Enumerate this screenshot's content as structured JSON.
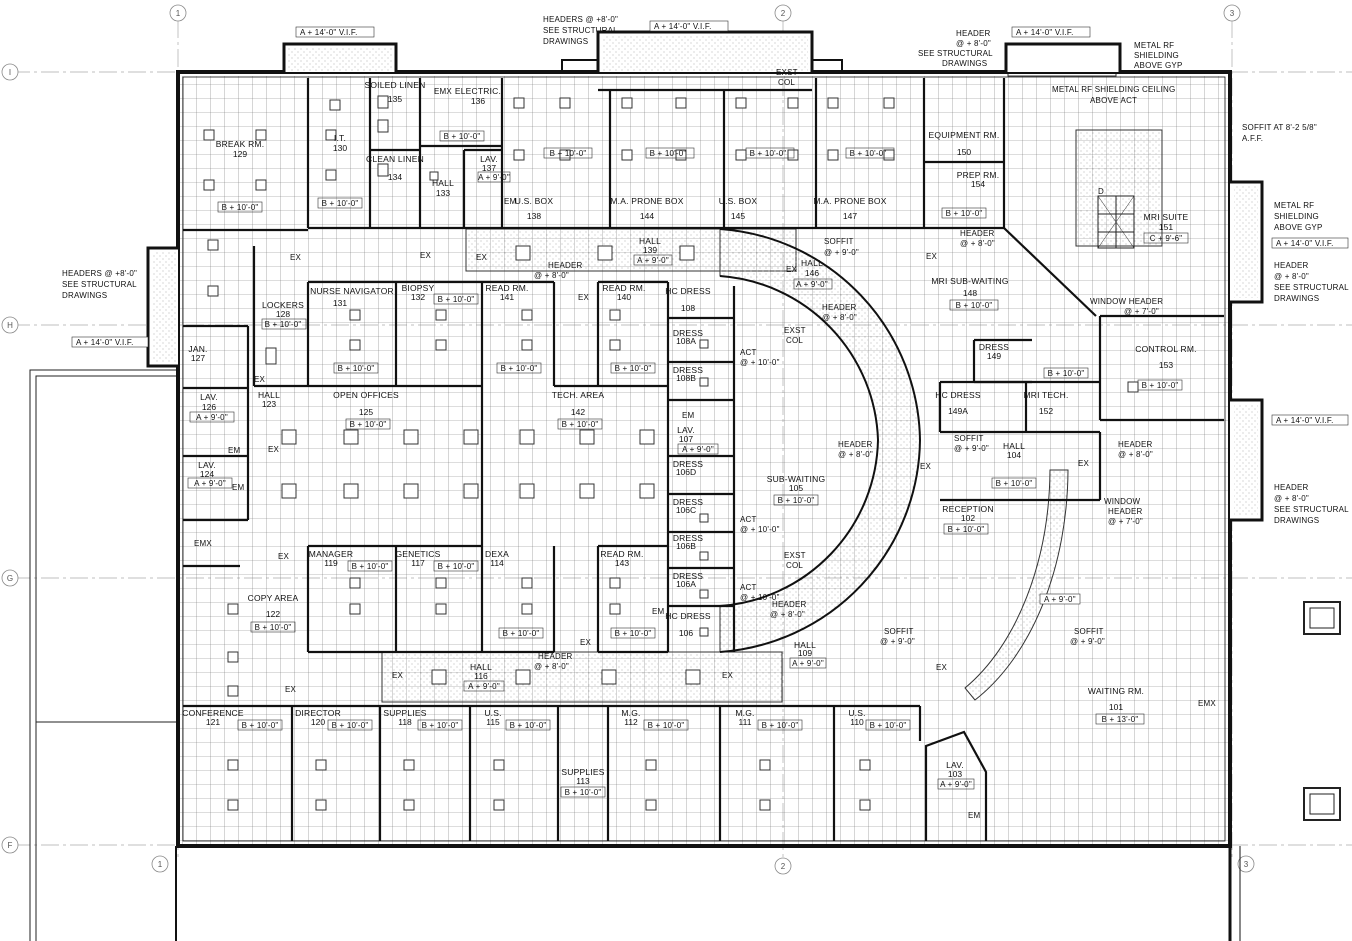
{
  "gridlines": {
    "columns": [
      "1",
      "2",
      "3"
    ],
    "rows": [
      "I",
      "H",
      "G",
      "F"
    ]
  },
  "rooms": [
    {
      "id": "breakrm",
      "name": "BREAK RM.",
      "number": "129",
      "height": "B + 10'-0\""
    },
    {
      "id": "soiled",
      "name": "SOILED LINEN",
      "number": "135"
    },
    {
      "id": "lt",
      "name": "I.T.",
      "number": "130",
      "height": "B + 10'-0\""
    },
    {
      "id": "clean",
      "name": "CLEAN LINEN",
      "number": "134"
    },
    {
      "id": "electric",
      "name": "ELECTRIC.",
      "number": "136"
    },
    {
      "id": "hall133",
      "name": "HALL",
      "number": "133",
      "height": "B + 10'-0\""
    },
    {
      "id": "lav137",
      "name": "LAV.",
      "number": "137",
      "height": "A + 9'-0\""
    },
    {
      "id": "usbox138",
      "name": "U.S. BOX",
      "number": "138",
      "height": "B + 10'-0\""
    },
    {
      "id": "maprone144",
      "name": "M.A. PRONE BOX",
      "number": "144",
      "height": "B + 10'-0\""
    },
    {
      "id": "usbox145",
      "name": "U.S. BOX",
      "number": "145",
      "height": "B + 10'-0\""
    },
    {
      "id": "maprone147",
      "name": "M.A. PRONE BOX",
      "number": "147",
      "height": "B + 10'-0\""
    },
    {
      "id": "equip150",
      "name": "EQUIPMENT RM.",
      "number": "150"
    },
    {
      "id": "prep154",
      "name": "PREP RM.",
      "number": "154",
      "height": "B + 10'-0\""
    },
    {
      "id": "mri151",
      "name": "MRI SUITE",
      "number": "151",
      "height": "C + 9'-6\""
    },
    {
      "id": "hall139",
      "name": "HALL",
      "number": "139",
      "height": "A + 9'-0\""
    },
    {
      "id": "hall146",
      "name": "HALL",
      "number": "146",
      "height": "A + 9'-0\""
    },
    {
      "id": "mrisub148",
      "name": "MRI SUB-WAITING",
      "number": "148",
      "height": "B + 10'-0\""
    },
    {
      "id": "lockers128",
      "name": "LOCKERS",
      "number": "128",
      "height": "B + 10'-0\""
    },
    {
      "id": "nurse131",
      "name": "NURSE NAVIGATOR",
      "number": "131",
      "height": "B + 10'-0\""
    },
    {
      "id": "biopsy132",
      "name": "BIOPSY",
      "number": "132",
      "height": "B + 10'-0\""
    },
    {
      "id": "read141",
      "name": "READ RM.",
      "number": "141",
      "height": "B + 10'-0\""
    },
    {
      "id": "read140",
      "name": "READ RM.",
      "number": "140",
      "height": "B + 10'-0\""
    },
    {
      "id": "hcdress108",
      "name": "HC DRESS",
      "number": "108"
    },
    {
      "id": "dress108a",
      "name": "DRESS",
      "number": "108A"
    },
    {
      "id": "dress108b",
      "name": "DRESS",
      "number": "108B"
    },
    {
      "id": "jan127",
      "name": "JAN.",
      "number": "127"
    },
    {
      "id": "lav126",
      "name": "LAV.",
      "number": "126",
      "height": "A + 9'-0\""
    },
    {
      "id": "hall123",
      "name": "HALL",
      "number": "123"
    },
    {
      "id": "open125",
      "name": "OPEN OFFICES",
      "number": "125",
      "height": "B + 10'-0\""
    },
    {
      "id": "tech142",
      "name": "TECH. AREA",
      "number": "142",
      "height": "B + 10'-0\""
    },
    {
      "id": "lav107",
      "name": "LAV.",
      "number": "107",
      "height": "A + 9'-0\""
    },
    {
      "id": "dress106d",
      "name": "DRESS",
      "number": "106D"
    },
    {
      "id": "dress106c",
      "name": "DRESS",
      "number": "106C"
    },
    {
      "id": "dress106b",
      "name": "DRESS",
      "number": "106B"
    },
    {
      "id": "dress106a",
      "name": "DRESS",
      "number": "106A"
    },
    {
      "id": "hcdress106",
      "name": "HC DRESS",
      "number": "106"
    },
    {
      "id": "subwait105",
      "name": "SUB-WAITING",
      "number": "105",
      "height": "B + 10'-0\""
    },
    {
      "id": "dress149",
      "name": "DRESS",
      "number": "149"
    },
    {
      "id": "control153",
      "name": "CONTROL RM.",
      "number": "153",
      "height": "B + 10'-0\""
    },
    {
      "id": "hcdress149a",
      "name": "HC DRESS",
      "number": "149A"
    },
    {
      "id": "mritech152",
      "name": "MRI TECH.",
      "number": "152",
      "height": "B + 10'-0\""
    },
    {
      "id": "hall104",
      "name": "HALL",
      "number": "104",
      "height": "B + 10'-0\""
    },
    {
      "id": "lav124",
      "name": "LAV.",
      "number": "124",
      "height": "A + 9'-0\""
    },
    {
      "id": "reception102",
      "name": "RECEPTION",
      "number": "102",
      "height": "B + 10'-0\""
    },
    {
      "id": "manager119",
      "name": "MANAGER",
      "number": "119",
      "height": "B + 10'-0\""
    },
    {
      "id": "genetics117",
      "name": "GENETICS",
      "number": "117",
      "height": "B + 10'-0\""
    },
    {
      "id": "dexa114",
      "name": "DEXA",
      "number": "114",
      "height": "B + 10'-0\""
    },
    {
      "id": "read143",
      "name": "READ RM.",
      "number": "143",
      "height": "B + 10'-0\""
    },
    {
      "id": "copy122",
      "name": "COPY AREA",
      "number": "122",
      "height": "B + 10'-0\""
    },
    {
      "id": "hall109",
      "name": "HALL",
      "number": "109",
      "height": "A + 9'-0\""
    },
    {
      "id": "hall116",
      "name": "HALL",
      "number": "116",
      "height": "A + 9'-0\""
    },
    {
      "id": "waiting101",
      "name": "WAITING RM.",
      "number": "101",
      "height": "B + 13'-0\""
    },
    {
      "id": "conf121",
      "name": "CONFERENCE",
      "number": "121",
      "height": "B + 10'-0\""
    },
    {
      "id": "director120",
      "name": "DIRECTOR",
      "number": "120",
      "height": "B + 10'-0\""
    },
    {
      "id": "supplies118",
      "name": "SUPPLIES",
      "number": "118",
      "height": "B + 10'-0\""
    },
    {
      "id": "us115",
      "name": "U.S.",
      "number": "115",
      "height": "B + 10'-0\""
    },
    {
      "id": "supplies113",
      "name": "SUPPLIES",
      "number": "113",
      "height": "B + 10'-0\""
    },
    {
      "id": "mg112",
      "name": "M.G.",
      "number": "112",
      "height": "B + 10'-0\""
    },
    {
      "id": "mg111",
      "name": "M.G.",
      "number": "111",
      "height": "B + 10'-0\""
    },
    {
      "id": "us110",
      "name": "U.S.",
      "number": "110",
      "height": "B + 10'-0\""
    },
    {
      "id": "lav103",
      "name": "LAV.",
      "number": "103",
      "height": "A + 9'-0\""
    }
  ],
  "notes": {
    "headers_top": "HEADERS @ +8'-0\"",
    "see_structural": "SEE STRUCTURAL",
    "drawings": "DRAWINGS",
    "vif": "A + 14'-0\" V.I.F.",
    "exst": "EXST",
    "col": "COL",
    "header": "HEADER",
    "at8": "@ + 8'-0\"",
    "metal_rf": "METAL RF",
    "shielding": "SHIELDING",
    "above_gyp": "ABOVE GYP",
    "shielding_ceiling": "METAL RF SHIELDING CEILING",
    "above_act": "ABOVE ACT",
    "soffit_at": "SOFFIT AT 8'-2 5/8\"",
    "aff": "A.F.F.",
    "shielding_above_gyp": "SHIELDING ABOVE GYP",
    "headers_left": "HEADERS @ +8'-0\"",
    "soffit": "SOFFIT",
    "at9": "@ + 9'-0\"",
    "window_header": "WINDOW HEADER",
    "at7": "@ + 7'-0\"",
    "window": "WINDOW",
    "act": "ACT",
    "at10": "@ + 10'-0\"",
    "ex": "EX",
    "em": "EM",
    "emx": "EMX",
    "d": "D"
  }
}
